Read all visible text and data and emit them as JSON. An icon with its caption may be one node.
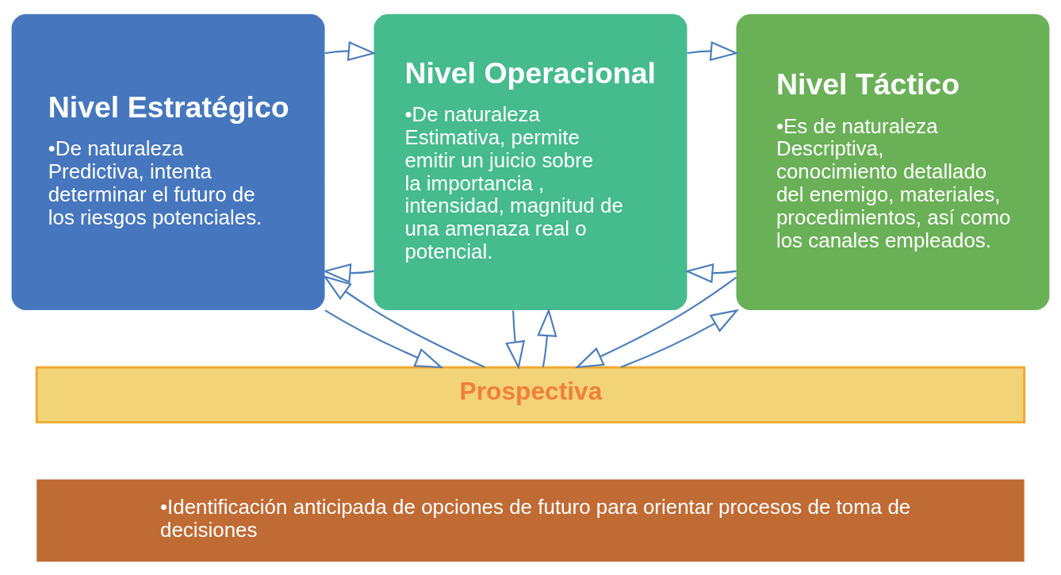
{
  "diagram": {
    "nodes": [
      {
        "text": [
          "Nivel",
          "Estratégico",
          "•De naturaleza Predictiva, intenta determinar el futuro de los riesgos potenciales."
        ]
      },
      {
        "text": [
          "Nivel",
          "Operacional",
          "•De naturaleza Estimativa, permite emitir un juicio sobre la importancia , intensidad, magnitud de una amenaza real o potencial."
        ]
      },
      {
        "text": [
          "Nivel",
          "Táctico",
          "•Es de naturaleza Descriptiva, conocimiento detallado del enemigo, materiales, procedimientos, así como los canales empleados."
        ]
      },
      {
        "text": [
          "Prospectiva"
        ]
      },
      {
        "text": [
          "•Identificación anticipada de opciones de futuro para orientar procesos de toma de decisiones"
        ]
      }
    ],
    "edges": [
      {
        "from": 1,
        "to": 0,
        "arrow": "to"
      },
      {
        "from": 0,
        "to": 1,
        "arrow": "to"
      },
      {
        "from": 2,
        "to": 1,
        "arrow": "to"
      },
      {
        "from": 1,
        "to": 2,
        "arrow": "to"
      },
      {
        "from": 3,
        "to": 0,
        "arrow": "to"
      },
      {
        "from": 0,
        "to": 3,
        "arrow": "to"
      },
      {
        "from": 3,
        "to": 1,
        "arrow": "to"
      },
      {
        "from": 1,
        "to": 3,
        "arrow": "to"
      },
      {
        "from": 3,
        "to": 2,
        "arrow": "to"
      },
      {
        "from": 2,
        "to": 3,
        "arrow": "to"
      }
    ]
  }
}
